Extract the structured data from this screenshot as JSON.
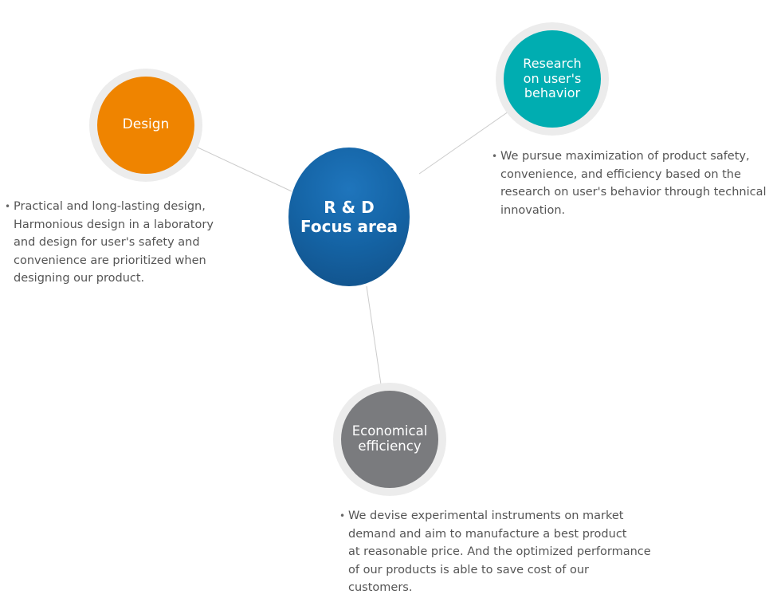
{
  "diagram": {
    "center": {
      "label": "R & D\nFocus area",
      "color": "#1565a7"
    },
    "nodes": [
      {
        "id": "design",
        "label": "Design",
        "color": "#ef8400",
        "description": "Practical and long-lasting design,\nHarmonious design in a laboratory\nand design for user's safety and\nconvenience are prioritized when\ndesigning our product."
      },
      {
        "id": "research",
        "label": "Research\non user's\nbehavior",
        "color": "#00adb1",
        "description": "We pursue maximization of product safety,\nconvenience, and efficiency based on the\nresearch on user's behavior through technical\ninnovation."
      },
      {
        "id": "economical",
        "label": "Economical\nefficiency",
        "color": "#7a7b7e",
        "description": "We devise experimental instruments on market\ndemand and aim to manufacture a best product\nat reasonable price. And the optimized performance\nof our products is able to  save cost of our customers."
      }
    ],
    "bullet_symbol": "•",
    "ring_color": "#ececec",
    "connector_color": "#cccccc"
  }
}
